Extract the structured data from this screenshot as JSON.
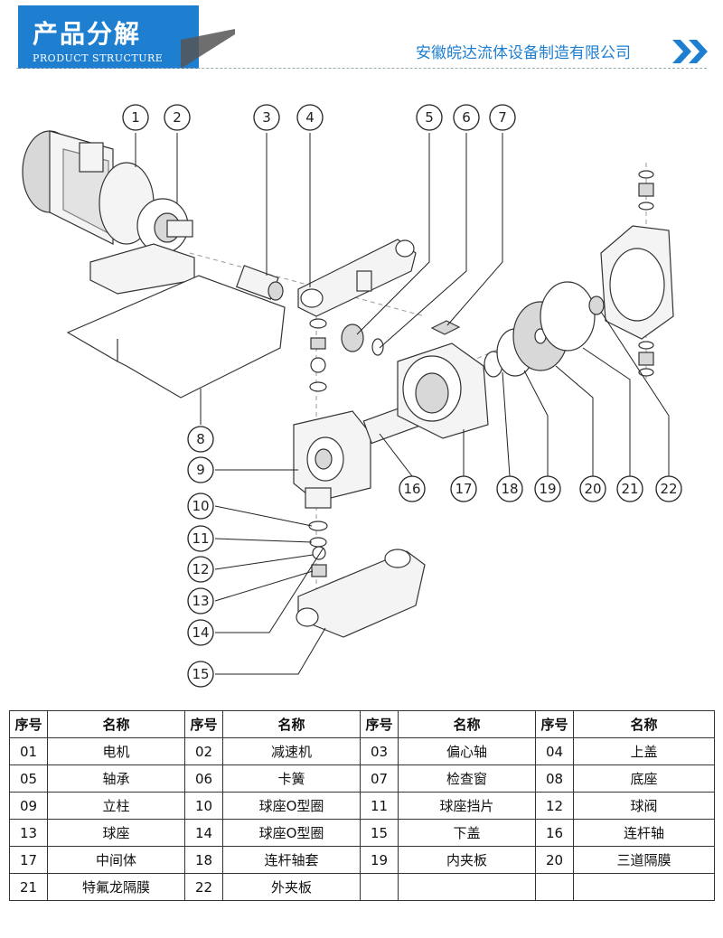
{
  "header": {
    "title_cn": "产品分解",
    "title_en": "PRODUCT STRUCTURE",
    "company": "安徽皖达流体设备制造有限公司",
    "accent_color": "#1e7fd0",
    "arrow_icon": "double-chevron-right-icon"
  },
  "diagram": {
    "callouts": [
      "1",
      "2",
      "3",
      "4",
      "5",
      "6",
      "7",
      "8",
      "9",
      "10",
      "11",
      "12",
      "13",
      "14",
      "15",
      "16",
      "17",
      "18",
      "19",
      "20",
      "21",
      "22"
    ]
  },
  "table": {
    "header": [
      "序号",
      "名称",
      "序号",
      "名称",
      "序号",
      "名称",
      "序号",
      "名称"
    ],
    "rows": [
      [
        "01",
        "电机",
        "02",
        "减速机",
        "03",
        "偏心轴",
        "04",
        "上盖"
      ],
      [
        "05",
        "轴承",
        "06",
        "卡簧",
        "07",
        "检查窗",
        "08",
        "底座"
      ],
      [
        "09",
        "立柱",
        "10",
        "球座O型圈",
        "11",
        "球座挡片",
        "12",
        "球阀"
      ],
      [
        "13",
        "球座",
        "14",
        "球座O型圈",
        "15",
        "下盖",
        "16",
        "连杆轴"
      ],
      [
        "17",
        "中间体",
        "18",
        "连杆轴套",
        "19",
        "内夹板",
        "20",
        "三道隔膜"
      ],
      [
        "21",
        "特氟龙隔膜",
        "22",
        "外夹板",
        "",
        "",
        "",
        ""
      ]
    ]
  }
}
